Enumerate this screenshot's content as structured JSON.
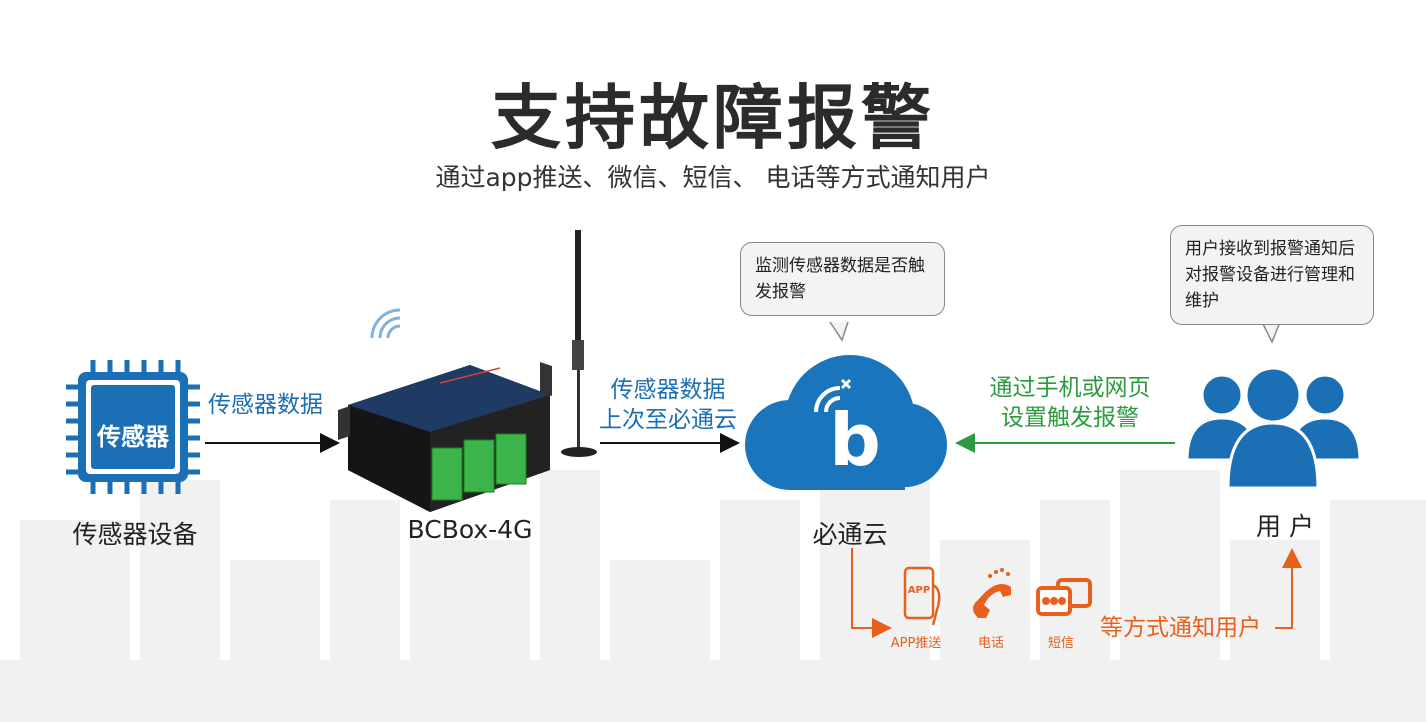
{
  "title": "支持故障报警",
  "subtitle": "通过app推送、微信、短信、 电话等方式通知用户",
  "sensor": {
    "chip_text": "传感器",
    "label": "传感器设备",
    "arrow_text": "传感器数据"
  },
  "device": {
    "label": "BCBox-4G",
    "arrow_text_1": "传感器数据",
    "arrow_text_2": "上次至必通云"
  },
  "cloud": {
    "label": "必通云",
    "bubble": "监测传感器数据是否触发报警",
    "logo_letter": "b"
  },
  "user": {
    "label": "用 户",
    "bubble": "用户接收到报警通知后对报警设备进行管理和维护",
    "arrow_text_1": "通过手机或网页",
    "arrow_text_2": "设置触发报警"
  },
  "notify": {
    "methods": [
      "APP推送",
      "电话",
      "短信"
    ],
    "app_icon_text": "APP",
    "text": "等方式通知用户"
  },
  "colors": {
    "blue": "#1a6fb5",
    "green": "#2a9b3f",
    "orange": "#e8601c"
  }
}
